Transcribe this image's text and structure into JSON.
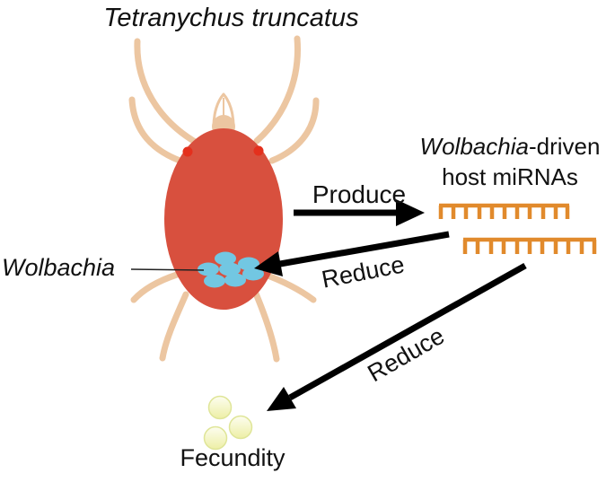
{
  "figure": {
    "title": "Tetranychus truncatus",
    "mite_label": "Wolbachia",
    "produce_arrow_label": "Produce",
    "reduce_mite_arrow_label": "Reduce",
    "reduce_fecundity_arrow_label": "Reduce",
    "mirna_title_italic": "Wolbachia",
    "mirna_title_rest": "-driven",
    "mirna_title_line2": "host miRNAs",
    "fecundity_label": "Fecundity"
  },
  "colors": {
    "background": "#ffffff",
    "body": "#d8503e",
    "eye": "#e4301d",
    "leg": "#ecc6a1",
    "mouthpart_fill": "#ffffff",
    "cell": "#72c7e2",
    "mirna": "#e18a2c",
    "arrow": "#000000",
    "leader_line": "#222222",
    "egg_top": "#fdfdf0",
    "egg_bottom": "#edefa5",
    "egg_stroke": "#dfe598",
    "text": "#111111"
  }
}
